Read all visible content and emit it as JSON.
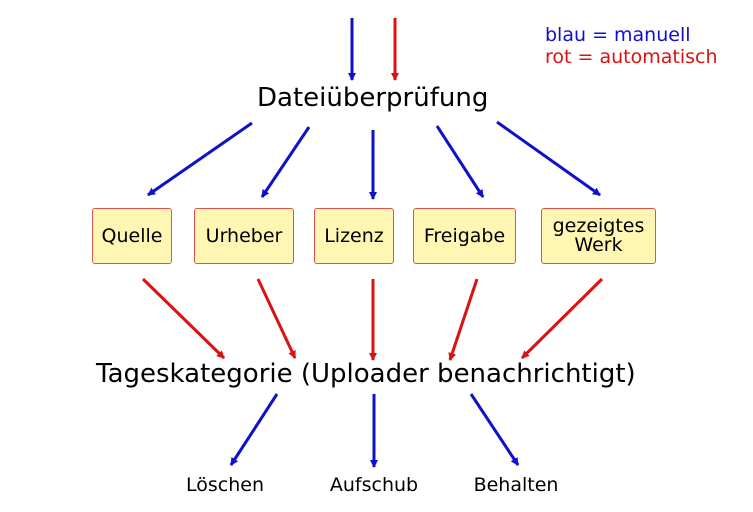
{
  "legend": {
    "manual": "blau = manuell",
    "automatic": "rot = automatisch",
    "colors": {
      "manual": "#1010cc",
      "automatic": "#dd1111"
    }
  },
  "nodes": {
    "check": "Dateiüberprüfung",
    "criteria": [
      "Quelle",
      "Urheber",
      "Lizenz",
      "Freigabe",
      "gezeigtes\nWerk"
    ],
    "category": "Tageskategorie (Uploader benachrichtigt)",
    "outcomes": [
      "Löschen",
      "Aufschub",
      "Behalten"
    ]
  },
  "edges": {
    "into_check": [
      "manual",
      "automatic"
    ],
    "check_to_criteria": [
      "manual",
      "manual",
      "manual",
      "manual",
      "manual"
    ],
    "criteria_to_category": [
      "automatic",
      "automatic",
      "automatic",
      "automatic",
      "automatic"
    ],
    "category_to_outcomes": [
      "manual",
      "manual",
      "manual"
    ]
  }
}
